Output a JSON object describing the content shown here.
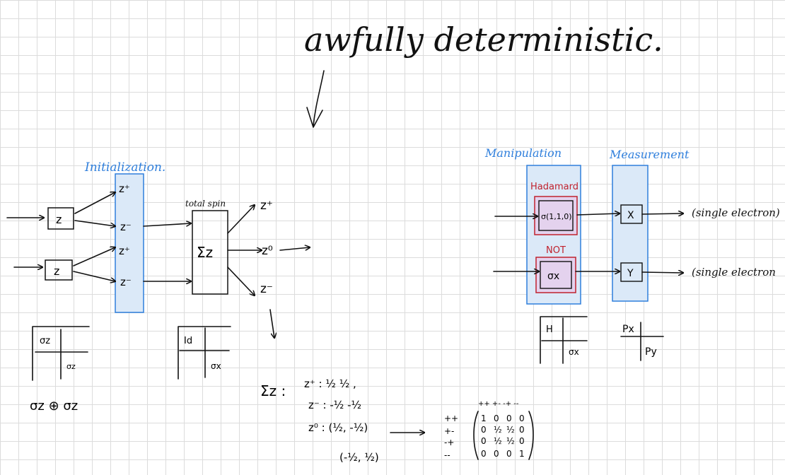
{
  "header": {
    "title": "awfully deterministic."
  },
  "initialization": {
    "label": "Initialization.",
    "box_states": [
      "z⁺",
      "z⁻",
      "z⁺",
      "z⁻"
    ],
    "gates": [
      "z",
      "z"
    ]
  },
  "total_spin": {
    "label": "total spin",
    "gate": "Σz",
    "outputs": [
      "z⁺",
      "z⁰",
      "z⁻"
    ]
  },
  "matrices": {
    "left": {
      "top_left": "σz",
      "bottom_right": "σz",
      "caption": "σz ⊕ σz"
    },
    "middle": {
      "top_left": "Id",
      "bottom_right": "σx"
    },
    "manip": {
      "top_left": "H",
      "bottom_right": "σx"
    },
    "meas": {
      "top_left": "Px",
      "bottom_right": "Py"
    }
  },
  "sigma_z_notes": {
    "head": "Σz :",
    "lines": [
      "z⁺ : ½ ½ ,",
      "z⁻ : -½ -½",
      "z⁰ : (½, -½)",
      "(-½, ½)"
    ]
  },
  "matrix_4x4": {
    "col_header": "++ +- -+ --",
    "row_labels": [
      "++",
      "+-",
      "-+",
      "--"
    ],
    "rows": [
      [
        "1",
        "0",
        "0",
        "0"
      ],
      [
        "0",
        "½",
        "½",
        "0"
      ],
      [
        "0",
        "½",
        "½",
        "0"
      ],
      [
        "0",
        "0",
        "0",
        "1"
      ]
    ]
  },
  "manipulation": {
    "label": "Manipulation",
    "hadamard_label": "Hadamard",
    "hadamard_gate": "σ(1,1,0)",
    "not_label": "NOT",
    "not_gate": "σx"
  },
  "measurement": {
    "label": "Measurement",
    "gates": [
      "X",
      "Y"
    ],
    "outputs": [
      "(single electron)",
      "(single electron"
    ]
  }
}
